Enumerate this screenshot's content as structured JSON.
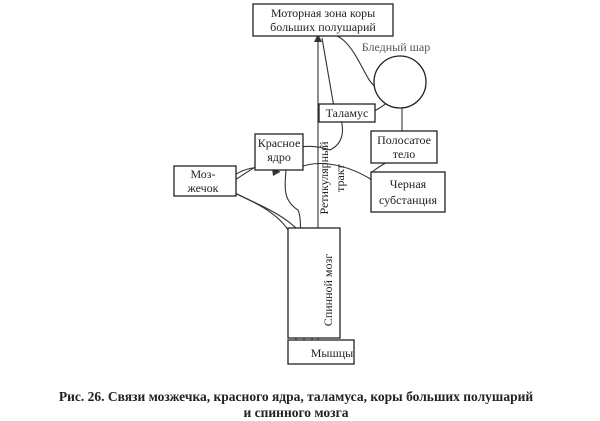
{
  "diagram": {
    "nodes": {
      "motor_cortex": [
        "Моторная зона коры",
        "больших полушарий"
      ],
      "globus_pallidus": "Бледный шар",
      "thalamus": "Таламус",
      "red_nucleus": [
        "Красное",
        "ядро"
      ],
      "striatum": [
        "Полосатое",
        "тело"
      ],
      "cerebellum": [
        "Моз-",
        "жечок"
      ],
      "substantia_nigra": [
        "Черная",
        "субстанция"
      ],
      "spinal_cord": "Спинной мозг",
      "muscles": "Мышцы"
    },
    "reticular_tract": [
      "Ретикулярный",
      "тракт"
    ]
  },
  "caption": {
    "line1": "Рис. 26. Связи мозжечка, красного ядра, таламуса, коры больших полушарий",
    "line2": "и спинного мозга"
  }
}
